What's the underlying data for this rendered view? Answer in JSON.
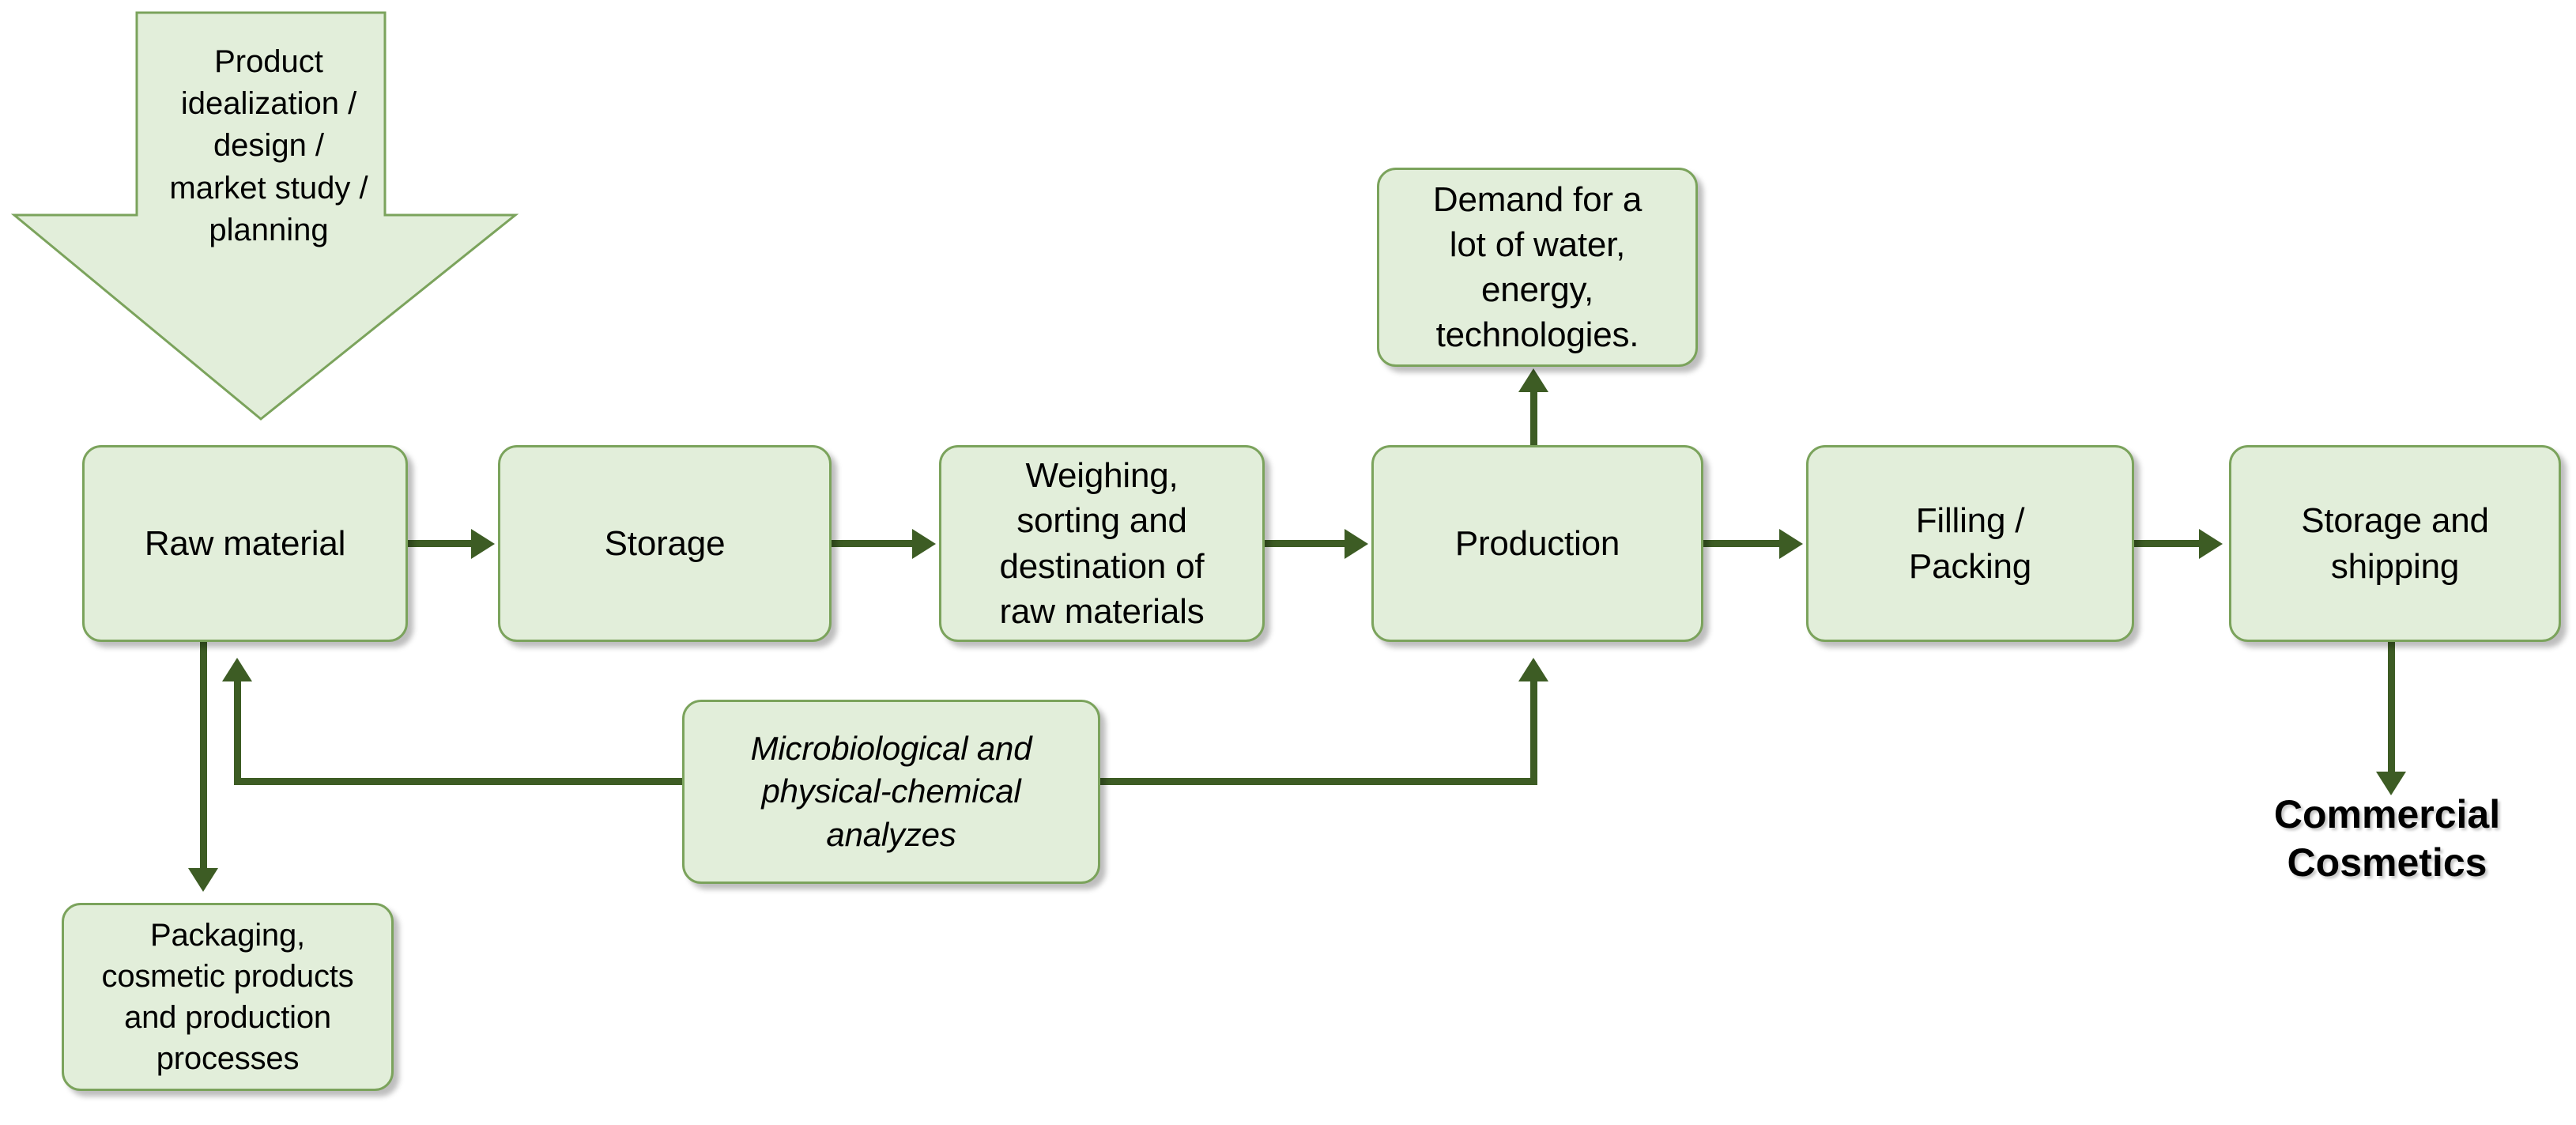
{
  "diagram": {
    "title": "Cosmetics production process flow",
    "colors": {
      "node_fill": "#e2eeda",
      "node_border": "#7ba35c",
      "connector": "#3d5c24",
      "text": "#000000",
      "background": "#ffffff"
    }
  },
  "input_arrow": {
    "label": "Product\nidealization /\ndesign /\nmarket study /\nplanning"
  },
  "nodes": {
    "raw_material": {
      "label": "Raw material"
    },
    "storage": {
      "label": "Storage"
    },
    "weighing": {
      "label": "Weighing,\nsorting and\ndestination of\nraw materials"
    },
    "production": {
      "label": "Production"
    },
    "filling_packing": {
      "label": "Filling /\nPacking"
    },
    "storage_shipping": {
      "label": "Storage and\nshipping"
    },
    "demand": {
      "label": "Demand for a\nlot of water,\nenergy,\ntechnologies."
    },
    "analyses": {
      "label": "Microbiological and\nphysical-chemical\nanalyzes"
    },
    "packaging": {
      "label": "Packaging,\ncosmetic products\nand production\nprocesses"
    }
  },
  "outputs": {
    "commercial_cosmetics": {
      "label": "Commercial\nCosmetics"
    }
  },
  "flow": {
    "main_sequence": [
      "Raw material",
      "Storage",
      "Weighing, sorting and destination of raw materials",
      "Production",
      "Filling / Packing",
      "Storage and shipping"
    ],
    "edges": [
      {
        "from": "Product idealization / design / market study / planning",
        "to": "Raw material",
        "style": "block-arrow-down"
      },
      {
        "from": "Raw material",
        "to": "Storage",
        "style": "arrow-right"
      },
      {
        "from": "Storage",
        "to": "Weighing, sorting and destination of raw materials",
        "style": "arrow-right"
      },
      {
        "from": "Weighing, sorting and destination of raw materials",
        "to": "Production",
        "style": "arrow-right"
      },
      {
        "from": "Production",
        "to": "Filling / Packing",
        "style": "arrow-right"
      },
      {
        "from": "Filling / Packing",
        "to": "Storage and shipping",
        "style": "arrow-right"
      },
      {
        "from": "Production",
        "to": "Demand for a lot of water, energy, technologies.",
        "style": "arrow-up"
      },
      {
        "from": "Storage and shipping",
        "to": "Commercial Cosmetics",
        "style": "arrow-down"
      },
      {
        "from": "Raw material",
        "to": "Packaging, cosmetic products and production processes",
        "style": "arrow-down"
      },
      {
        "from": "Microbiological and physical-chemical analyzes",
        "to": "Raw material",
        "style": "feedback-arrow-up-left"
      },
      {
        "from": "Microbiological and physical-chemical analyzes",
        "to": "Production",
        "style": "feedback-arrow-up-right"
      }
    ]
  }
}
